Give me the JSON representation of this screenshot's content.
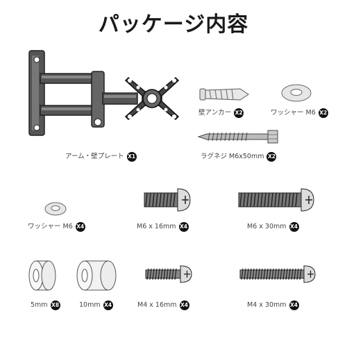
{
  "title": "パッケージ内容",
  "items": {
    "arm": {
      "label": "アーム・壁プレート",
      "qty": "X1"
    },
    "anchor": {
      "label": "壁アンカー",
      "qty": "X2"
    },
    "washer_large": {
      "label": "ワッシャー M6",
      "qty": "X2"
    },
    "lag_screw": {
      "label": "ラグネジ M6x50mm",
      "qty": "X2"
    },
    "washer_small": {
      "label": "ワッシャー M6",
      "qty": "X4"
    },
    "bolt_m6_16": {
      "label": "M6 x 16mm",
      "qty": "X4"
    },
    "bolt_m6_30": {
      "label": "M6 x 30mm",
      "qty": "X4"
    },
    "spacer_5": {
      "label": "5mm",
      "qty": "X8"
    },
    "spacer_10": {
      "label": "10mm",
      "qty": "X4"
    },
    "bolt_m4_16": {
      "label": "M4 x 16mm",
      "qty": "X4"
    },
    "bolt_m4_30": {
      "label": "M4 x 30mm",
      "qty": "X4"
    }
  }
}
